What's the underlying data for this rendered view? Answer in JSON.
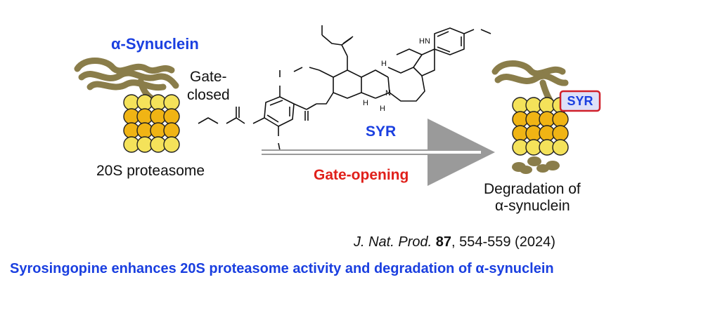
{
  "left": {
    "protein_label": "α-Synuclein",
    "gate_state": [
      "Gate-",
      "closed"
    ],
    "proteasome_label": "20S proteasome"
  },
  "molecule": {
    "name": "SYR",
    "atom_labels": {
      "nh": "HN",
      "n": "N",
      "h1": "H",
      "h2": "H",
      "h3": "H"
    }
  },
  "arrow": {
    "label": "Gate-opening"
  },
  "right": {
    "badge": "SYR",
    "result_label": [
      "Degradation of",
      "α-synuclein"
    ]
  },
  "citation": {
    "journal": "J. Nat. Prod.",
    "volume": "87",
    "rest": ", 554-559 (2024)"
  },
  "caption": "Syrosingopine enhances 20S proteasome activity and degradation of α-synuclein",
  "colors": {
    "blue_text": "#1a3fe0",
    "red_text": "#e0201a",
    "protein": "#8a7d4a",
    "ring_outer": "#f4e25a",
    "ring_inner": "#f0b414",
    "badge_border": "#d0202a",
    "badge_fill": "#dde0f8"
  }
}
